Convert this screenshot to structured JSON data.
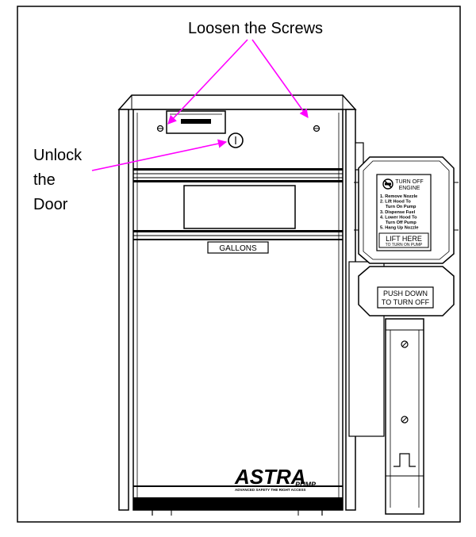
{
  "callouts": {
    "screws": "Loosen the Screws",
    "unlock_line1": "Unlock",
    "unlock_line2": "the",
    "unlock_line3": "Door"
  },
  "pump": {
    "display_label": "GALLONS",
    "brand_main": "ASTRA",
    "brand_sub": "PUMP",
    "brand_tagline": "ADVANCED SAFETY THE RIGHT ACCESS"
  },
  "nozzle_box": {
    "sign_title_line1": "TURN OFF",
    "sign_title_line2": "ENGINE",
    "steps": [
      "1. Remove Nozzle",
      "2. Lift Hood To",
      "Turn On Pump",
      "3. Dispense Fuel",
      "4. Lower Hood To",
      "Turn Off Pump",
      "5. Hang Up Nozzle"
    ],
    "lift_line1": "LIFT HERE",
    "lift_line2": "TO TURN ON PUMP",
    "push_line1": "PUSH DOWN",
    "push_line2": "TO TURN OFF"
  },
  "colors": {
    "arrow": "#ff00ff",
    "line": "#000000",
    "background": "#ffffff"
  },
  "icons": {
    "no_smoking": "no-smoking-icon",
    "screw": "screw-icon",
    "lock": "lock-icon"
  }
}
